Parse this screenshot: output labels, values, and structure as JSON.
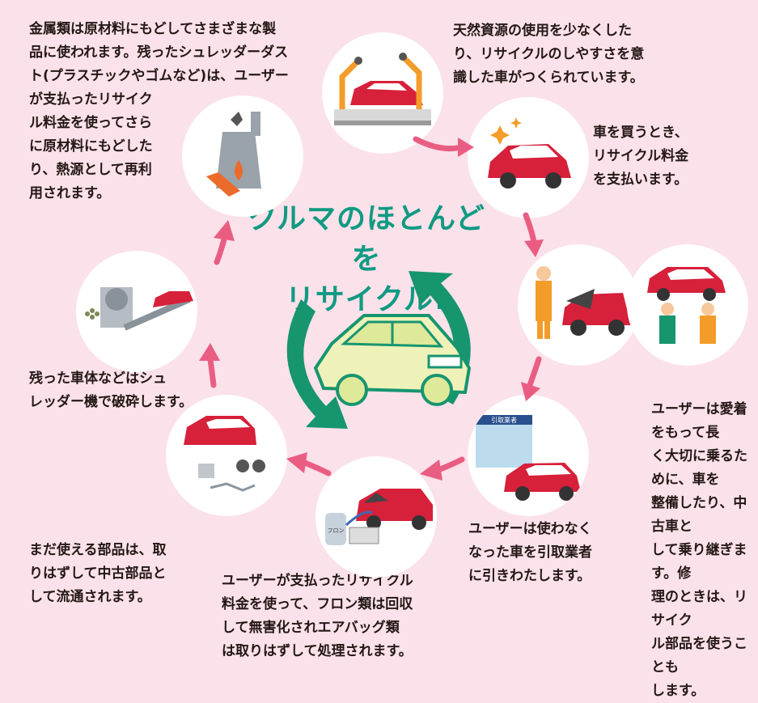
{
  "title": {
    "line1": "クルマのほとんどを",
    "line2": "リサイクル!"
  },
  "steps": {
    "design": "天然資源の使用を少なくした\nり、リサイクルのしやすさを意\n識した車がつくられています。",
    "purchase": "車を買うとき、\nリサイクル料金\nを支払います。",
    "maintain": "ユーザーは愛着をもって長\nく大切に乗るために、車を\n整備したり、中古車と\nして乗り継ぎます。修\n理のときは、リサイク\nル部品を使うことも\nします。",
    "handover": "ユーザーは使わなく\nなった車を引取業者\nに引きわたします。",
    "freon": "ユーザーが支払ったリサイクル\n料金を使って、フロン類は回収\nして無害化されエアバッグ類\nは取りはずして処理されます。",
    "parts": "まだ使える部品は、取\nりはずして中古部品と\nして流通されます。",
    "shred": "残った車体などはシュ\nレッダー機で破砕します。",
    "metal": "金属類は原材料にもどしてさまざまな製\n品に使われます。残ったシュレッダーダス\nト(プラスチックやゴムなど)は、ユーザー\nが支払ったリサイク\nル料金を使ってさら\nに原材料にもどした\nり、熱源として再利\n用されます。"
  },
  "sign_label": "引取業者",
  "freon_label": "フロン",
  "colors": {
    "background": "#fbe1ea",
    "title": "#0f9a82",
    "arrow": "#ea5d83",
    "car": "#d7203a",
    "cycle": "#17956f"
  }
}
